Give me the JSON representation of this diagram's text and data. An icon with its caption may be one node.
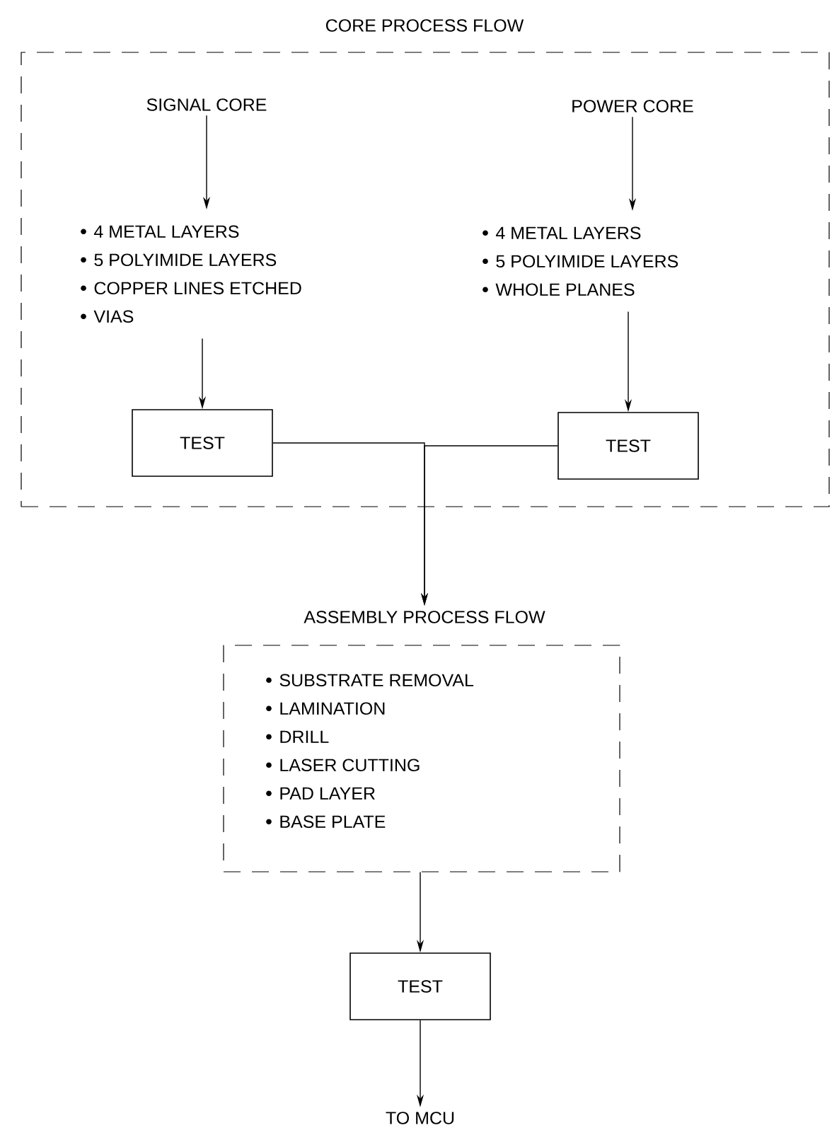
{
  "diagram": {
    "nodes": [
      {
        "text": [
          "CORE PROCESS FLOW"
        ]
      },
      {
        "text": [
          "SIGNAL CORE"
        ],
        "in": 0
      },
      {
        "text": [
          "4 METAL LAYERS",
          "5 POLYIMIDE LAYERS",
          "COPPER LINES ETCHED",
          "VIAS"
        ],
        "in": 0
      },
      {
        "text": [
          "TEST"
        ],
        "in": 0
      },
      {
        "text": [
          "POWER CORE"
        ],
        "in": 0
      },
      {
        "text": [
          "4 METAL LAYERS",
          "5 POLYIMIDE LAYERS",
          "WHOLE PLANES"
        ],
        "in": 0
      },
      {
        "text": [
          "TEST"
        ],
        "in": 0
      },
      {
        "text": [
          "ASSEMBLY PROCESS FLOW",
          "SUBSTRATE REMOVAL",
          "LAMINATION",
          "DRILL",
          "LASER CUTTING",
          "PAD LAYER",
          "BASE PLATE"
        ]
      },
      {
        "text": [
          "TEST"
        ]
      },
      {
        "text": [
          "TO MCU"
        ]
      }
    ],
    "edges": [
      {
        "from": 1,
        "to": 2,
        "arrow": "to"
      },
      {
        "from": 2,
        "to": 3,
        "arrow": "to"
      },
      {
        "from": 4,
        "to": 5,
        "arrow": "to"
      },
      {
        "from": 5,
        "to": 6,
        "arrow": "to"
      },
      {
        "from": 3,
        "to": 7,
        "arrow": "to"
      },
      {
        "from": 6,
        "to": 7,
        "arrow": "to"
      },
      {
        "from": 7,
        "to": 8,
        "arrow": "to"
      },
      {
        "from": 8,
        "to": 9,
        "arrow": "to"
      }
    ]
  }
}
